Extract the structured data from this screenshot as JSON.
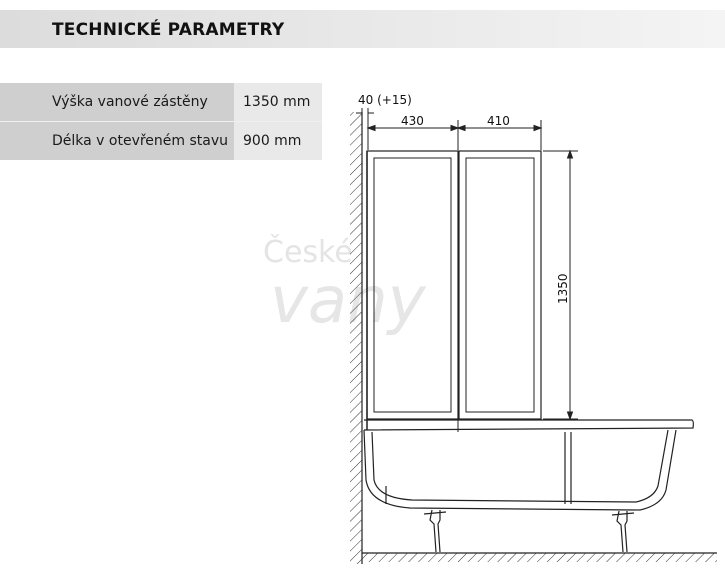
{
  "header": {
    "title": "TECHNICKÉ PARAMETRY"
  },
  "params": [
    {
      "label": "Výška vanové zástěny",
      "value": "1350 mm"
    },
    {
      "label": "Délka v otevřeném stavu",
      "value": "900 mm"
    }
  ],
  "drawing": {
    "dim_gap": "40 (+15)",
    "dim_left_panel": "430",
    "dim_right_panel": "410",
    "dim_height": "1350"
  },
  "watermark": {
    "line1": "České",
    "line2": "vany"
  },
  "colors": {
    "header_band": "#e2e2e2",
    "label_cell": "#cfcfcf",
    "value_cell": "#e9e9e9",
    "line": "#222222"
  }
}
